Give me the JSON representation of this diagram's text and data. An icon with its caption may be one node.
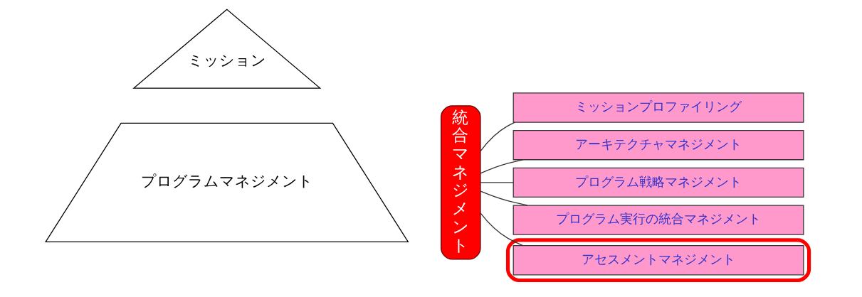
{
  "diagram": {
    "nodes": [
      {
        "text": [
          "ミッション"
        ]
      },
      {
        "text": [
          "プログラムマネジメント"
        ]
      },
      {
        "text": [
          "統合マネジメント"
        ]
      },
      {
        "text": [
          "ミッションプロファイリング"
        ]
      },
      {
        "text": [
          "アーキテクチャマネジメント"
        ]
      },
      {
        "text": [
          "プログラム戦略マネジメント"
        ]
      },
      {
        "text": [
          "プログラム実行の統合マネジメント"
        ]
      },
      {
        "text": [],
        "shape": "box"
      },
      {
        "text": [
          "アセスメントマネジメント"
        ],
        "in": 7
      }
    ],
    "edges": [
      {
        "from": 2,
        "to": 3,
        "arrow": "none"
      },
      {
        "from": 2,
        "to": 4,
        "arrow": "none"
      },
      {
        "from": 2,
        "to": 5,
        "arrow": "none"
      },
      {
        "from": 2,
        "to": 6,
        "arrow": "none"
      },
      {
        "from": 2,
        "to": 8,
        "arrow": "none"
      }
    ]
  }
}
